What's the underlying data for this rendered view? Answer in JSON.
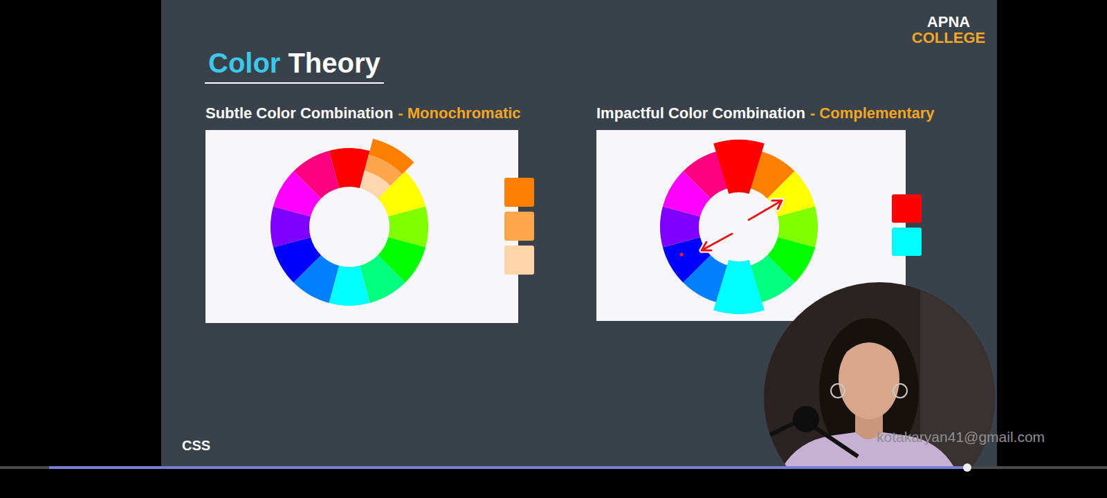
{
  "diagram": {
    "nodes": [
      {
        "text": [
          "Subtle Color Combination",
          "- Monochromatic"
        ]
      },
      {
        "text": [
          "Impactful Color Combination",
          "- Complementary"
        ]
      }
    ],
    "labels": [
      "APNA",
      "COLLEGE",
      "Color",
      "Theory",
      "CSS",
      "kotakaryan41@gmail.com"
    ]
  }
}
